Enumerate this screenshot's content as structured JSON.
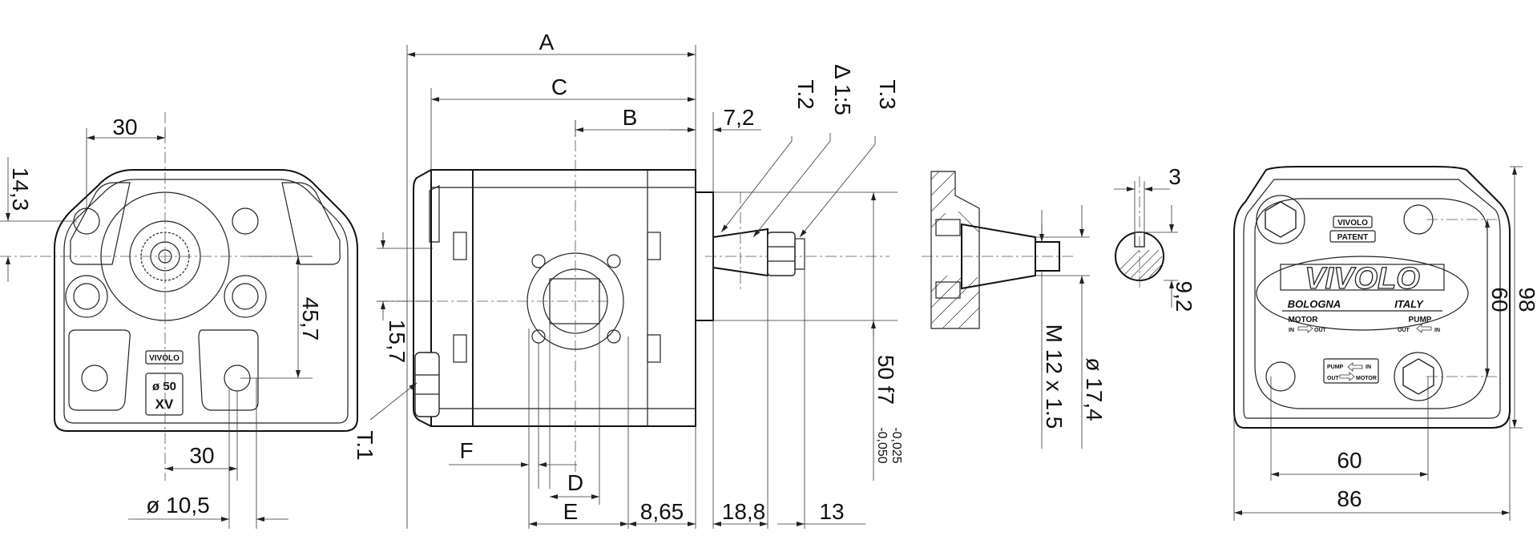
{
  "front_view": {
    "dims": {
      "top_width": "30",
      "left_height": "14,3",
      "right_height": "45,7",
      "bottom_width": "30",
      "hole_diameter": "ø 10,5"
    },
    "nameplate": {
      "brand": "VIVOLO",
      "size": "ø 50",
      "model": "XV"
    }
  },
  "side_view": {
    "dims": {
      "A": "A",
      "C": "C",
      "B": "B",
      "flange": "7,2",
      "taper": "Δ 1:5",
      "T2": "T.2",
      "T3": "T.3",
      "T1": "T.1",
      "pilot_offset": "15,7",
      "pilot_dia": "50 f7",
      "tol_upper": "-0,025",
      "tol_lower": "-0,050",
      "F": "F",
      "D": "D",
      "E": "E",
      "d865": "8,65",
      "d188": "18,8",
      "d13": "13"
    }
  },
  "shaft_view": {
    "dims": {
      "thread": "M 12 x 1.5",
      "dia": "ø 17,4",
      "key_width": "3",
      "key_height": "9,2"
    }
  },
  "rear_view": {
    "dims": {
      "height_inner": "60",
      "height_outer": "98",
      "width_inner": "60",
      "width_outer": "86"
    },
    "plate": {
      "brand": "VIVOLO",
      "patent": "PATENT",
      "city": "BOLOGNA",
      "country": "ITALY",
      "motor": "MOTOR",
      "pump": "PUMP",
      "in": "IN",
      "out": "OUT",
      "pump_in": "PUMP",
      "motor_out": "MOTOR"
    }
  },
  "colors": {
    "line": "#222222",
    "background": "#ffffff"
  }
}
